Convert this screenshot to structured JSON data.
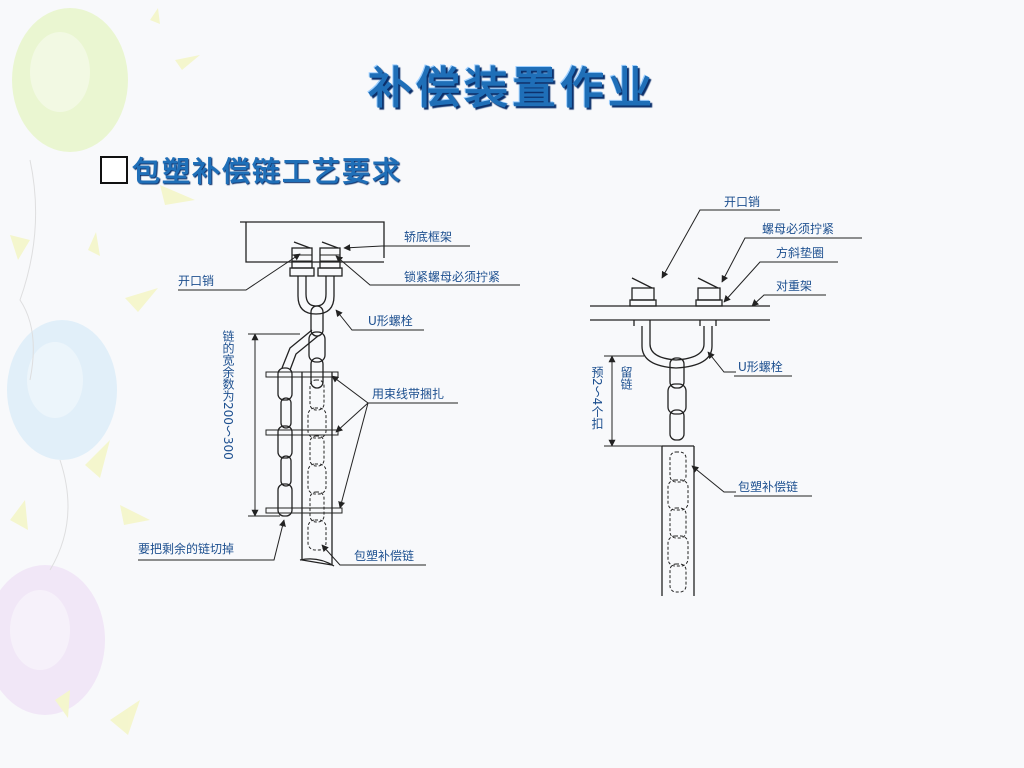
{
  "title": "补偿装置作业",
  "subtitle": "包塑补偿链工艺要求",
  "left_diagram": {
    "car_frame": "轿底框架",
    "cotter_pin": "开口销",
    "lock_nut": "锁紧螺母必须拧紧",
    "u_bolt": "U形螺栓",
    "slack_text": "链的宽余数为200～300",
    "tie_wrap": "用束线带捆扎",
    "cut_excess": "要把剩余的链切掉",
    "plastic_chain": "包塑补偿链"
  },
  "right_diagram": {
    "cotter_pin": "开口销",
    "nut_tight": "螺母必须拧紧",
    "bevel_washer": "方斜垫圈",
    "counterweight": "对重架",
    "u_bolt": "U形螺栓",
    "reserve_a": "预2～4个扣",
    "reserve_b": "留链",
    "plastic_chain": "包塑补偿链"
  },
  "colors": {
    "title": "#1f6fb8",
    "label": "#1c4f8f"
  }
}
